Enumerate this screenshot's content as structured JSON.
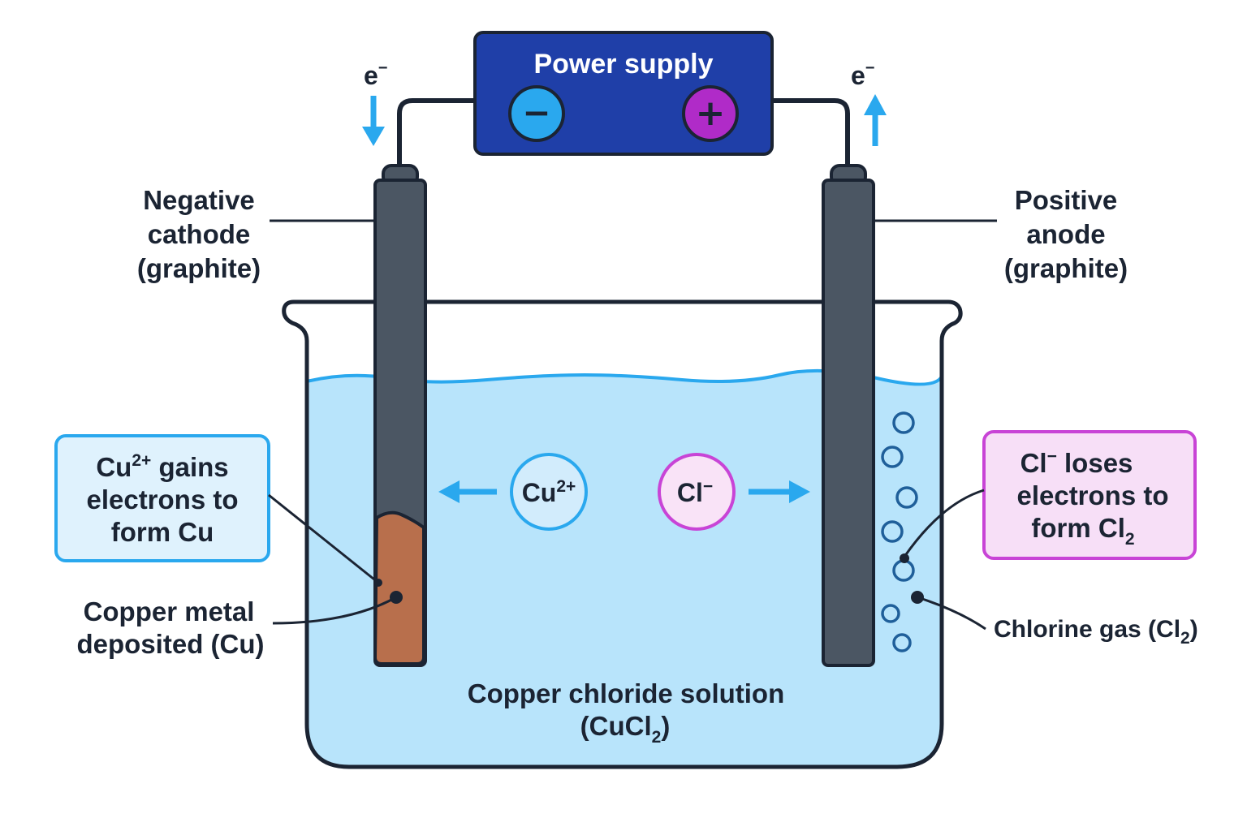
{
  "power_supply": {
    "title": "Power supply",
    "neg_symbol": "−",
    "pos_symbol": "+"
  },
  "electron_left": {
    "base": "e",
    "charge": "−"
  },
  "electron_right": {
    "base": "e",
    "charge": "−"
  },
  "cathode_label": [
    "Negative",
    "cathode",
    "(graphite)"
  ],
  "anode_label": [
    "Positive",
    "anode",
    "(graphite)"
  ],
  "cu_callout": {
    "l1_base": "Cu",
    "l1_sup": "2+",
    "l1_rest": " gains",
    "l2": "electrons to",
    "l3": "form Cu"
  },
  "cl_callout": {
    "l1_base": "Cl",
    "l1_sup": "−",
    "l1_rest": " loses",
    "l2": "electrons to",
    "l3_base": "form Cl",
    "l3_sub": "2"
  },
  "copper_label": [
    "Copper metal",
    "deposited (Cu)"
  ],
  "chlorine_label": {
    "base": "Chlorine gas (Cl",
    "sub": "2",
    "tail": ")"
  },
  "cu_ion": {
    "base": "Cu",
    "sup": "2+"
  },
  "cl_ion": {
    "base": "Cl",
    "sup": "−"
  },
  "solution_label": {
    "line1": "Copper chloride solution",
    "l2_base": "(CuCl",
    "l2_sub": "2",
    "l2_tail": ")"
  },
  "colors": {
    "power_box": "#1f3fa8",
    "negative_terminal": "#2aa8ee",
    "positive_terminal": "#b02bc8",
    "electrode": "#4b5663",
    "copper": "#b86f4c",
    "solution": "#b8e4fb",
    "arrow": "#2aa8ee",
    "cu_callout_bg": "#dff2fd",
    "cl_callout_bg": "#f7dff7"
  }
}
